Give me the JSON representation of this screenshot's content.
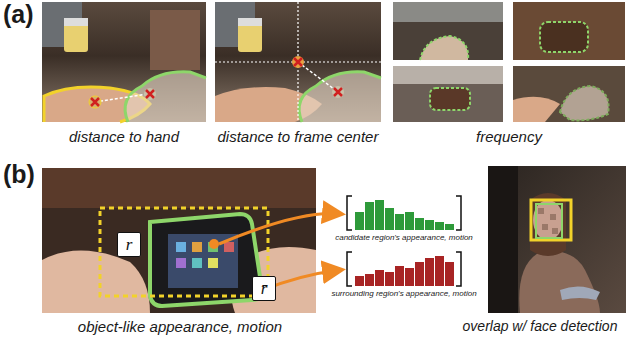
{
  "diagram": {
    "nodes": [
      {
        "text": [
          "r"
        ]
      },
      {
        "text": [
          "r̄"
        ]
      }
    ],
    "labels": [
      "(a)",
      "distance to hand",
      "distance to frame center",
      "frequency",
      "(b)",
      "object-like appearance, motion",
      "candidate region's appearance, motion",
      "surrounding region's appearance, motion",
      "overlap w/ face detection"
    ]
  }
}
